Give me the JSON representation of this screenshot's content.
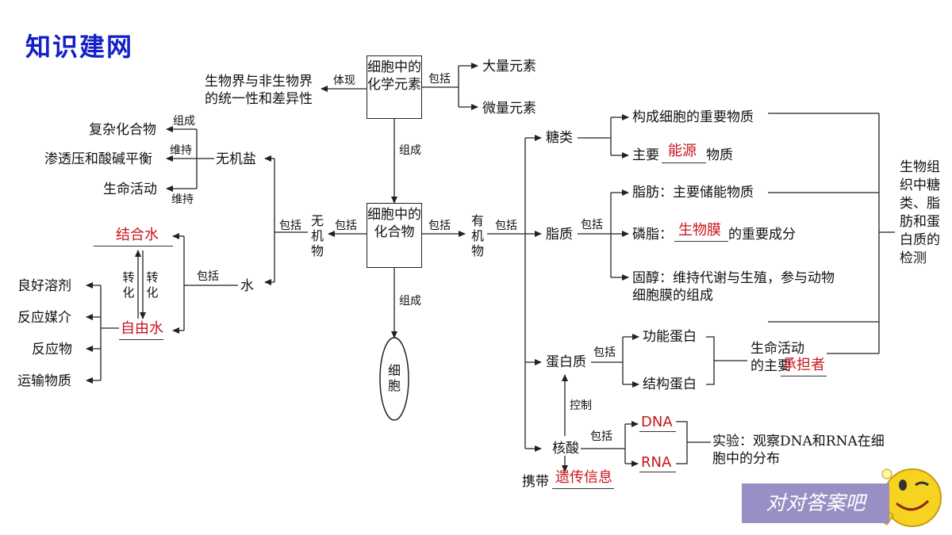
{
  "title": "知识建网",
  "nodes": {
    "elements_box": "细胞中的化学元素",
    "compounds_box": "细胞中的化合物",
    "cell": "细胞",
    "unity_diversity": "生物界与非生物界的统一性和差异性",
    "major_elements": "大量元素",
    "trace_elements": "微量元素",
    "inorganic": "无机物",
    "organic": "有机物",
    "inorganic_salt": "无机盐",
    "complex_compound": "复杂化合物",
    "osmotic_acid_base": "渗透压和酸碱平衡",
    "life_activity": "生命活动",
    "water": "水",
    "bound_water": "结合水",
    "free_water": "自由水",
    "good_solvent": "良好溶剂",
    "reaction_medium": "反应媒介",
    "reactant": "反应物",
    "transport": "运输物质",
    "sugar": "糖类",
    "sugar_item1": "构成细胞的重要物质",
    "sugar_item2_pre": "主要",
    "sugar_item2_blank": "能源",
    "sugar_item2_post": "物质",
    "lipid": "脂质",
    "fat": "脂肪：主要储能物质",
    "phospholipid_pre": "磷脂：",
    "phospholipid_blank": "生物膜",
    "phospholipid_post": "的重要成分",
    "sterol": "固醇：维持代谢与生殖，参与动物细胞膜的组成",
    "protein": "蛋白质",
    "functional_protein": "功能蛋白",
    "structural_protein": "结构蛋白",
    "protein_role_pre": "生命活动的主要",
    "protein_role_blank": "承担者",
    "nucleic_acid": "核酸",
    "carry": "携带",
    "genetic_info": "遗传信息",
    "dna": "DNA",
    "rna": "RNA",
    "experiment": "实验：观察DNA和RNA在细胞中的分布",
    "detection": "生物组织中糖类、脂肪和蛋白质的检测"
  },
  "edge_labels": {
    "embody": "体现",
    "include": "包括",
    "compose": "组成",
    "maintain": "维持",
    "convert": "转化",
    "control": "控制"
  },
  "answer_button": "对对答案吧",
  "colors": {
    "title": "#1420c8",
    "answer_fill": "#c8141e",
    "button_bg": "#9a8fc4"
  }
}
